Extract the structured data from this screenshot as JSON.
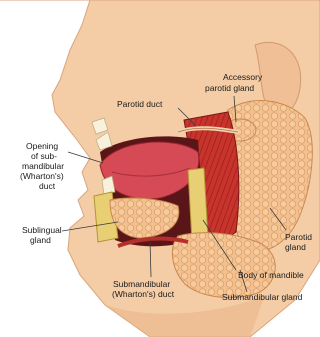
{
  "labels": {
    "accessory_parotid_1": "Accessory",
    "accessory_parotid_2": "parotid gland",
    "parotid_duct": "Parotid duct",
    "opening_1": "Opening",
    "opening_2": "of sub-",
    "opening_3": "mandibular",
    "opening_4": "(Wharton's)",
    "opening_5": "duct",
    "parotid_gland_1": "Parotid",
    "parotid_gland_2": "gland",
    "sublingual_1": "Sublingual",
    "sublingual_2": "gland",
    "body_of_mandible": "Body of mandible",
    "submandibular_gland": "Submandibular gland",
    "wharton_1": "Submandibular",
    "wharton_2": "(Wharton's) duct"
  },
  "colors": {
    "skin": "#f4cda6",
    "skin_shadow": "#e9b48a",
    "muscle": "#c8332c",
    "muscle_dark": "#8e1c1a",
    "gland": "#f3c08f",
    "gland_edge": "#d99a63",
    "bone": "#e9cf74",
    "tongue": "#d64a55",
    "leader": "#3a3a3a"
  }
}
